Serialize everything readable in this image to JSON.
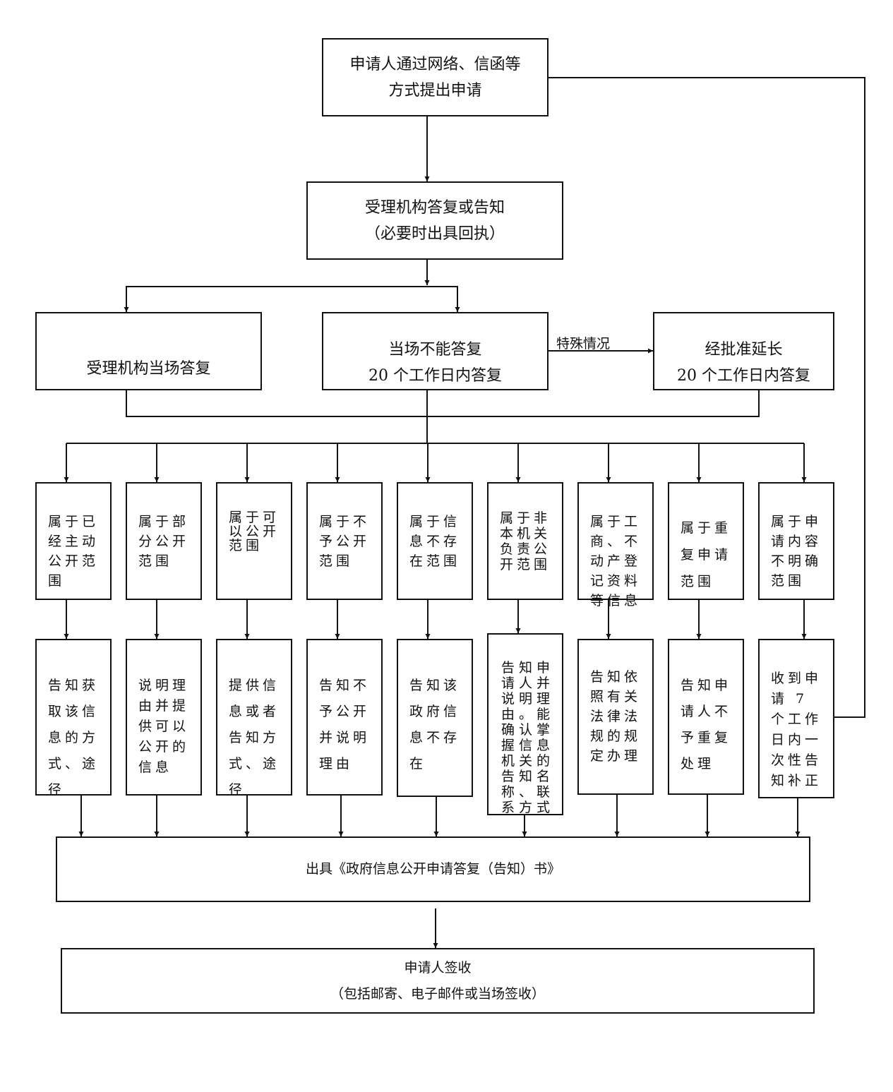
{
  "start": {
    "lines": [
      "申请人通过网络、信函等",
      "方式提出申请"
    ]
  },
  "accept": {
    "lines": [
      "受理机构答复或告知",
      "（必要时出具回执）"
    ]
  },
  "branches": {
    "onsite": {
      "lines": [
        "受理机构当场答复"
      ]
    },
    "within20": {
      "lines": [
        "当场不能答复",
        "20 个工作日内答复"
      ]
    },
    "extended": {
      "lines": [
        "经批准延长",
        "20 个工作日内答复"
      ]
    },
    "special_label": "特殊情况"
  },
  "categories": [
    "属于已经主动公开范围",
    "属于部分公开范围",
    "属于可以公开范围",
    "属于不予公开范围",
    "属于信息不存在范围",
    "属于非本机关负责公开范围",
    "属于工商、不动产登记资料等信息",
    "属于重复申请范围",
    "属于申请内容不明确范围"
  ],
  "actions": [
    "告知获取该信息的方式、途径",
    "说明理由并提供可以公开的信息",
    "提供信息或者告知方式、途径",
    "告知不予公开并说明理由",
    "告知该政府信息不存在",
    "告知申请人并说明理由。能确认掌握信息机关的告知名称、联系方式",
    "告知依照有关法律法规的规定办理",
    "告知申请人不予重复处理",
    "收到申请 7 个工作日内一次性告知补正"
  ],
  "issue": {
    "lines": [
      "出具《政府信息公开申请答复（告知）书》"
    ]
  },
  "sign": {
    "lines": [
      "申请人签收",
      "（包括邮寄、电子邮件或当场签收）"
    ]
  }
}
